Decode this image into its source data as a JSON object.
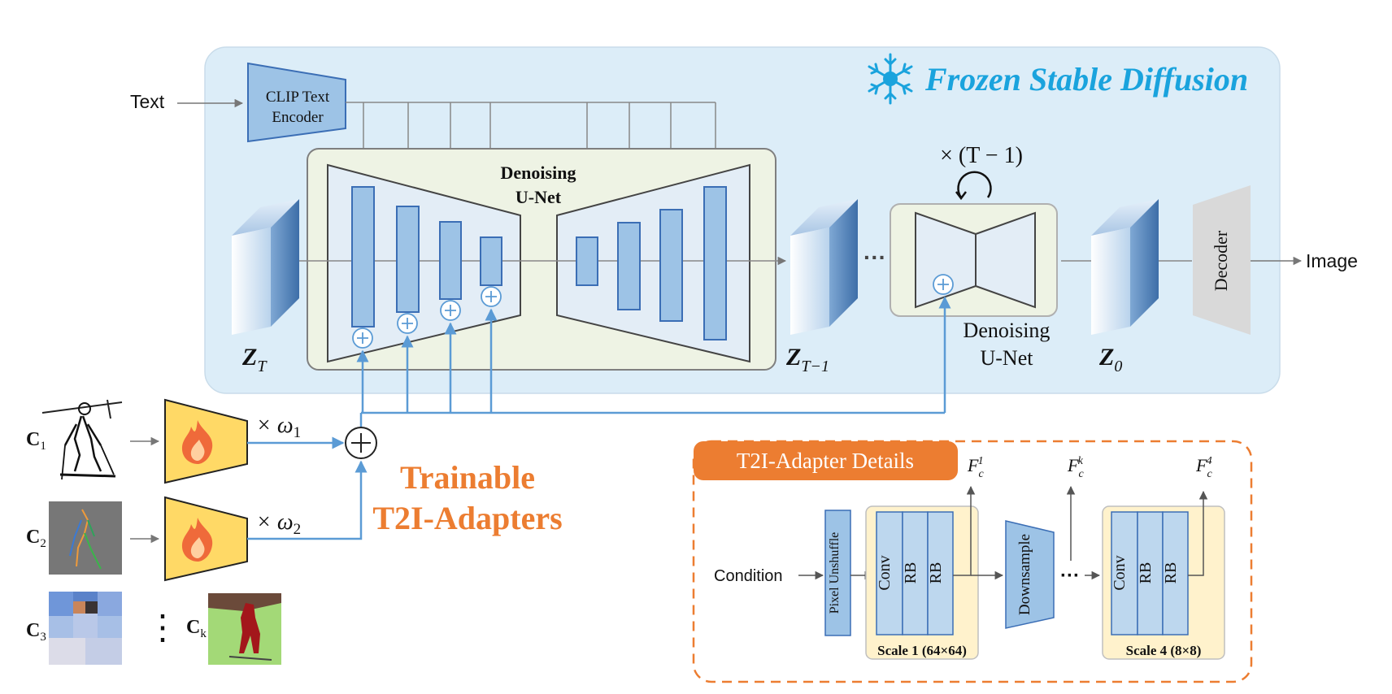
{
  "sd": {
    "title": "Frozen Stable Diffusion",
    "text_input": "Text",
    "clip_line1": "CLIP Text",
    "clip_line2": "Encoder",
    "unet_line1": "Denoising",
    "unet_line2": "U-Net",
    "repeat": "× (T − 1)",
    "unet2_line1": "Denoising",
    "unet2_line2": "U-Net",
    "ellipsis": "···",
    "decoder": "Decoder",
    "output": "Image",
    "latents": {
      "zt_main": "Z",
      "zt_sub": "T",
      "zt1_main": "Z",
      "zt1_sub": "T−1",
      "z0_main": "Z",
      "z0_sub": "0"
    }
  },
  "adapters": {
    "title_line1": "Trainable",
    "title_line2": "T2I-Adapters",
    "w1_prefix": "× ω",
    "w1_sub": "1",
    "w2_prefix": "× ω",
    "w2_sub": "2",
    "conditions": [
      {
        "main": "C",
        "sub": "1"
      },
      {
        "main": "C",
        "sub": "2"
      },
      {
        "main": "C",
        "sub": "3"
      },
      {
        "main": "C",
        "sub": "k"
      }
    ],
    "vdots": "⋮"
  },
  "details": {
    "title": "T2I-Adapter Details",
    "condition": "Condition",
    "pixel_unshuffle": "Pixel Unshuffle",
    "conv": "Conv",
    "rb": "RB",
    "downsample": "Downsample",
    "ellipsis": "···",
    "scale1": "Scale 1 (64×64)",
    "scale4": "Scale 4 (8×8)",
    "features": [
      {
        "main": "F",
        "sub": "c",
        "sup": "1"
      },
      {
        "main": "F",
        "sub": "c",
        "sup": "k"
      },
      {
        "main": "F",
        "sub": "c",
        "sup": "4"
      }
    ]
  },
  "colors": {
    "sd_bg": "#dcedf8",
    "blue_accent": "#1aa3dd",
    "orange": "#ec7d31",
    "adapter_fill": "#ffd966",
    "flame": "#ef6a3a",
    "block_fill": "#9dc3e6",
    "block_stroke": "#3b6eb5",
    "connector": "#5b9bd5",
    "scale_bg": "#fff2cc"
  },
  "icons": [
    "snowflake-icon",
    "flame-icon",
    "plus-circle-icon",
    "loop-arrow-icon"
  ]
}
